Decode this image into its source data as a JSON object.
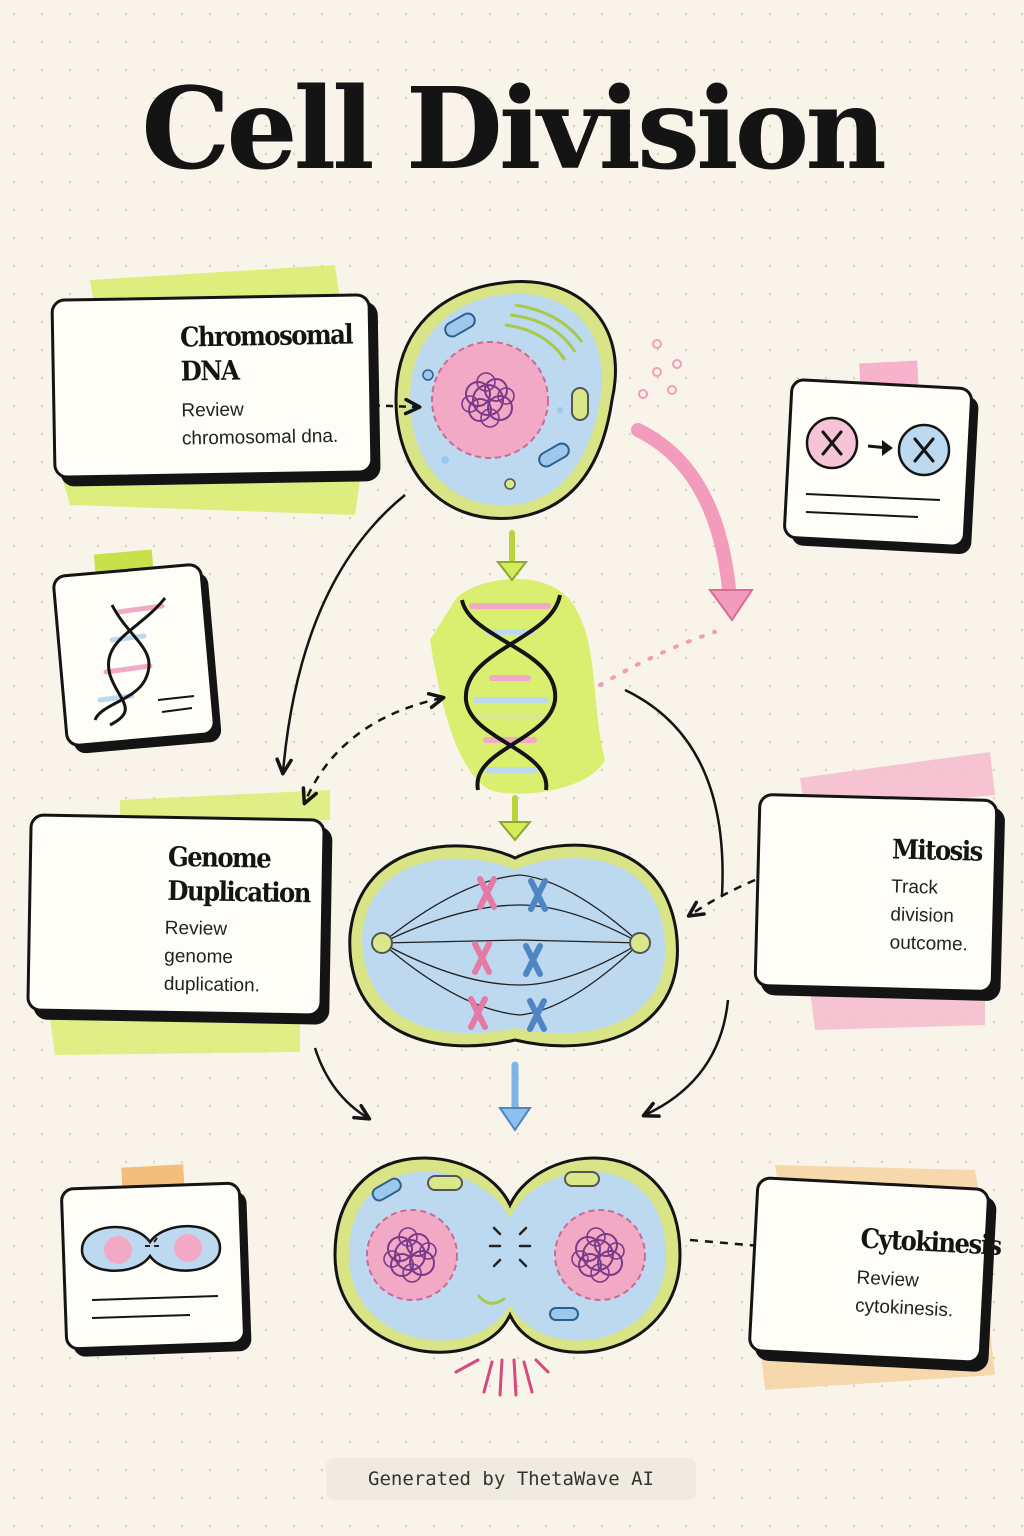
{
  "title": "Cell Division",
  "cards": {
    "chromosomal_dna": {
      "title_line1": "Chromosomal",
      "title_line2": "DNA",
      "desc_line1": "Review",
      "desc_line2": "chromosomal dna."
    },
    "genome_duplication": {
      "title_line1": "Genome",
      "title_line2": "Duplication",
      "desc_line1": "Review",
      "desc_line2": "genome",
      "desc_line3": "duplication."
    },
    "mitosis": {
      "title": "Mitosis",
      "desc_line1": "Track",
      "desc_line2": "division",
      "desc_line3": "outcome."
    },
    "cytokinesis": {
      "title": "Cytokinesis",
      "desc_line1": "Review",
      "desc_line2": "cytokinesis."
    }
  },
  "icons": [
    "cell-with-chromosome-icon",
    "chromosome-transfer-icon",
    "dna-helix-icon",
    "cycle-arrows-icon",
    "balance-icon",
    "checkmark-icon",
    "dividing-cell-icon"
  ],
  "colors": {
    "background": "#f8f4ea",
    "cell_blue": "#bcd9f0",
    "membrane_green": "#dbe88a",
    "nucleus_pink": "#f1a9c5",
    "highlight_lime": "#d5ec5a",
    "highlight_pink": "#f6b3cb",
    "highlight_orange": "#f7cf97",
    "arrow_pink": "#f39bbb",
    "arrow_blue": "#8dc0ea",
    "ink": "#141414"
  },
  "footer": "Generated by ThetaWave AI"
}
